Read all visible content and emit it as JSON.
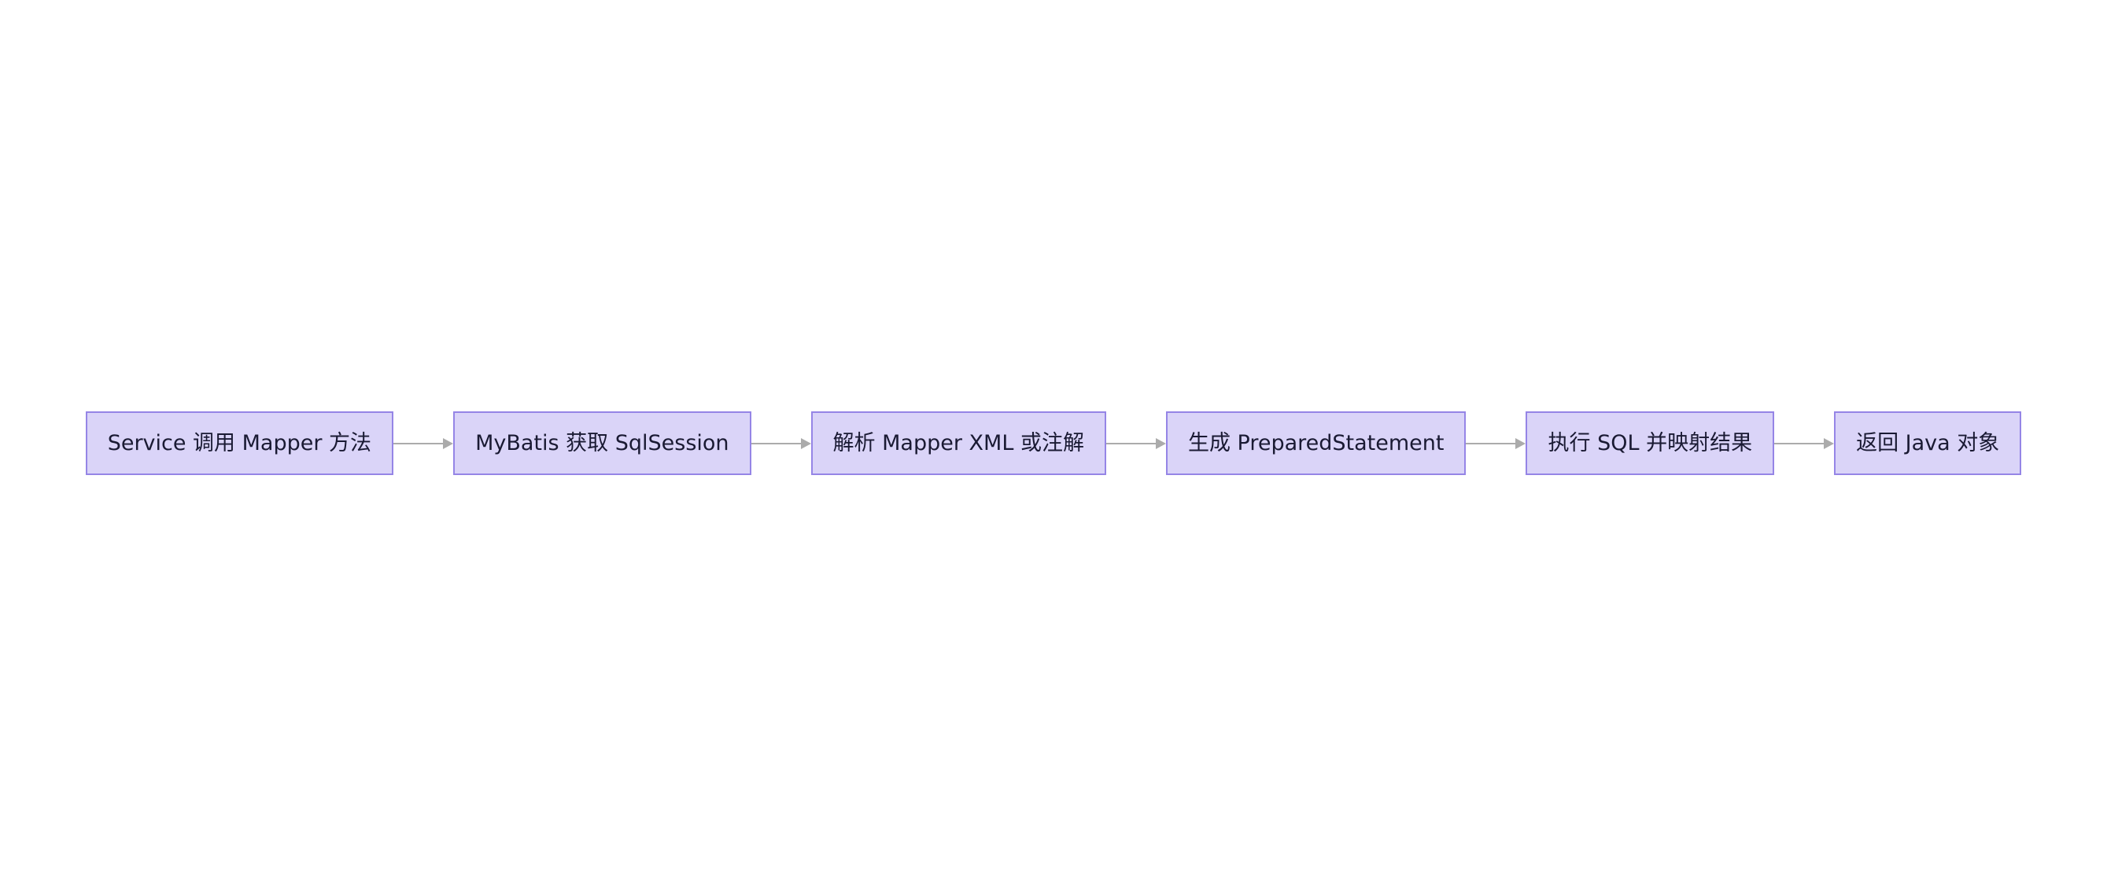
{
  "diagram": {
    "type": "flowchart",
    "direction": "left-to-right",
    "colors": {
      "background": "#ffffff",
      "node_fill": "#dad4f8",
      "node_border": "#9585e6",
      "text": "#1a1a33",
      "arrow": "#ababab"
    },
    "nodes": [
      {
        "label": "Service 调用 Mapper 方法"
      },
      {
        "label": "MyBatis 获取 SqlSession"
      },
      {
        "label": "解析 Mapper XML 或注解"
      },
      {
        "label": "生成 PreparedStatement"
      },
      {
        "label": "执行 SQL 并映射结果"
      },
      {
        "label": "返回 Java 对象"
      }
    ],
    "edges": [
      {
        "from": 0,
        "to": 1,
        "arrowhead": "triangle"
      },
      {
        "from": 1,
        "to": 2,
        "arrowhead": "triangle"
      },
      {
        "from": 2,
        "to": 3,
        "arrowhead": "triangle"
      },
      {
        "from": 3,
        "to": 4,
        "arrowhead": "triangle"
      },
      {
        "from": 4,
        "to": 5,
        "arrowhead": "triangle"
      }
    ]
  }
}
